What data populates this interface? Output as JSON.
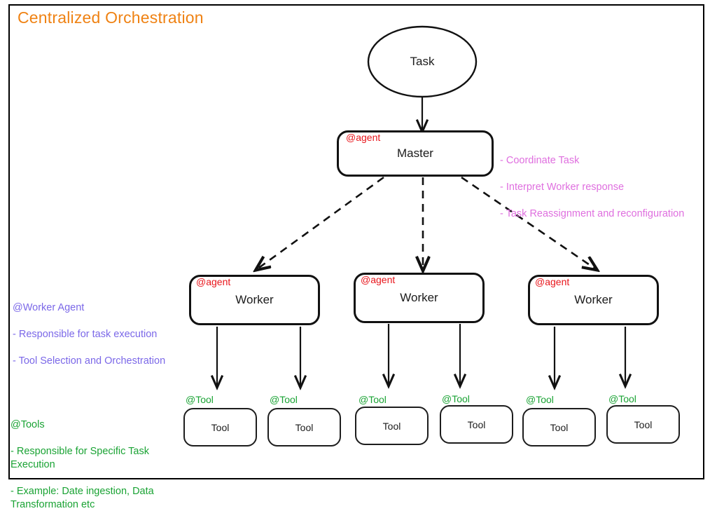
{
  "diagram": {
    "title": "Centralized Orchestration",
    "colors": {
      "title": "#ef8213",
      "agent_tag": "#e8151b",
      "tool_tag": "#1aa334",
      "master_notes": "#df6fdf",
      "worker_notes": "#7b68e8",
      "tools_notes": "#1aa334",
      "node_stroke": "#111111"
    },
    "task": {
      "label": "Task",
      "shape": "ellipse"
    },
    "master": {
      "tag": "@agent",
      "label": "Master",
      "notes": {
        "lines": [
          "- Coordinate Task",
          "- Interpret Worker response",
          "- Task Reassignment and reconfiguration"
        ]
      }
    },
    "workers": [
      {
        "tag": "@agent",
        "label": "Worker"
      },
      {
        "tag": "@agent",
        "label": "Worker"
      },
      {
        "tag": "@agent",
        "label": "Worker"
      }
    ],
    "worker_notes": {
      "head": "@Worker Agent",
      "lines": [
        "- Responsible for task execution",
        "- Tool Selection and Orchestration"
      ]
    },
    "tools": [
      {
        "tag": "@Tool",
        "label": "Tool"
      },
      {
        "tag": "@Tool",
        "label": "Tool"
      },
      {
        "tag": "@Tool",
        "label": "Tool"
      },
      {
        "tag": "@Tool",
        "label": "Tool"
      },
      {
        "tag": "@Tool",
        "label": "Tool"
      },
      {
        "tag": "@Tool",
        "label": "Tool"
      }
    ],
    "tools_notes": {
      "head": "@Tools",
      "lines": [
        "- Responsible for Specific Task Execution",
        "- Example: Date ingestion, Data Transformation etc"
      ]
    }
  }
}
